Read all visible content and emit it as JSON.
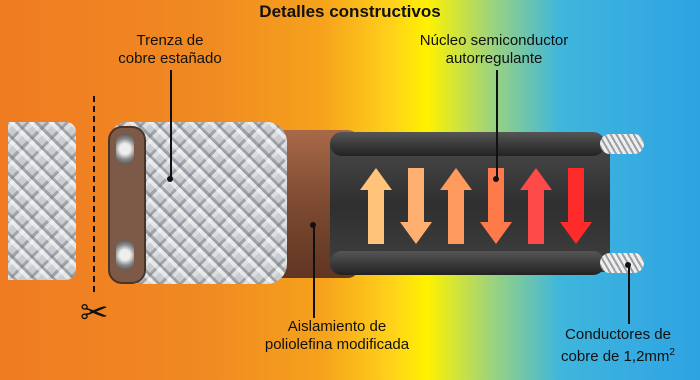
{
  "title": "Detalles constructivos",
  "labels": {
    "braid": [
      "Trenza de",
      "cobre estañado"
    ],
    "core": [
      "Núcleo semiconductor",
      "autorregulante"
    ],
    "insulation": [
      "Aislamiento de",
      "poliolefina modificada"
    ],
    "conductors": [
      "Conductores de",
      "cobre de 1,2mm",
      "2"
    ]
  },
  "arrows": [
    {
      "direction": "up",
      "color": "#ffc47a"
    },
    {
      "direction": "down",
      "color": "#ffb070"
    },
    {
      "direction": "up",
      "color": "#ff9a5c"
    },
    {
      "direction": "down",
      "color": "#ff7a4a"
    },
    {
      "direction": "up",
      "color": "#ff4a4a"
    },
    {
      "direction": "down",
      "color": "#ff2b2b"
    }
  ],
  "icons": {
    "cut": "scissors-icon"
  }
}
